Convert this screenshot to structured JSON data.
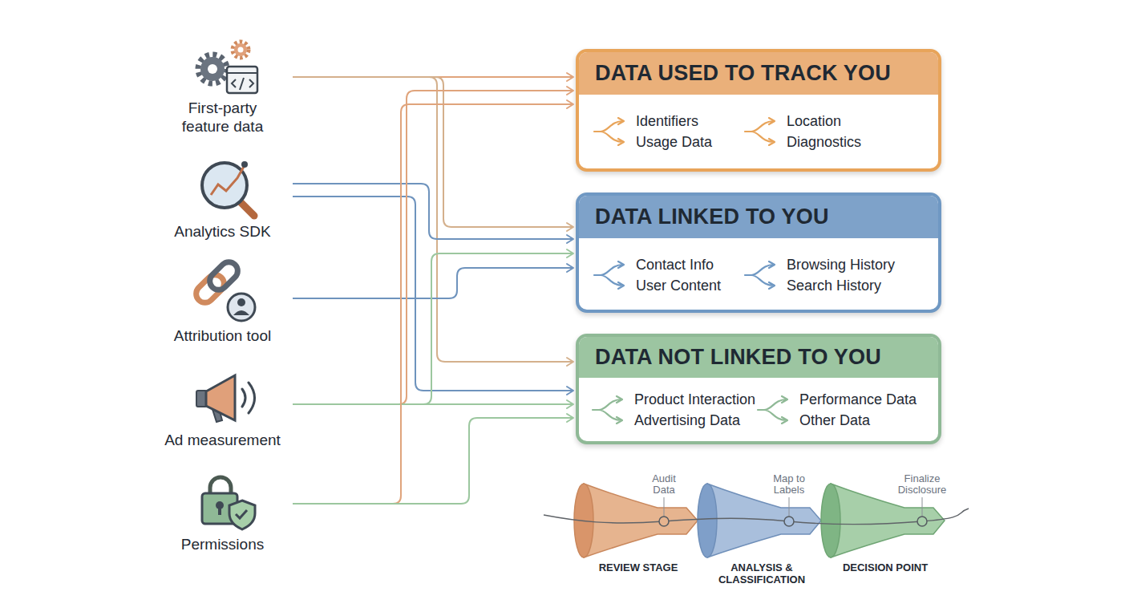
{
  "diagram": {
    "nodes": [
      {
        "text": [
          "First-party feature data"
        ]
      },
      {
        "text": [
          "Analytics SDK"
        ]
      },
      {
        "text": [
          "Attribution tool"
        ]
      },
      {
        "text": [
          "Ad measurement"
        ]
      },
      {
        "text": [
          "Permissions"
        ]
      },
      {
        "text": [
          "DATA USED TO TRACK YOU",
          "Identifiers",
          "Usage Data",
          "Location",
          "Diagnostics"
        ]
      },
      {
        "text": [
          "DATA LINKED TO YOU",
          "Contact Info",
          "User Content",
          "Browsing History",
          "Search History"
        ]
      },
      {
        "text": [
          "DATA NOT LINKED TO YOU",
          "Product Interaction",
          "Advertising Data",
          "Performance Data",
          "Other Data"
        ]
      },
      {
        "text": [
          "Audit Data",
          "REVIEW STAGE"
        ]
      },
      {
        "text": [
          "Map to Labels",
          "ANALYSIS & CLASSIFICATION"
        ]
      },
      {
        "text": [
          "Finalize Disclosure",
          "DECISION POINT"
        ]
      }
    ],
    "edges": [
      {
        "from": 0,
        "to": 5,
        "arrow": "to"
      },
      {
        "from": 0,
        "to": 6,
        "arrow": "to"
      },
      {
        "from": 0,
        "to": 7,
        "arrow": "to"
      },
      {
        "from": 1,
        "to": 6,
        "arrow": "to"
      },
      {
        "from": 1,
        "to": 7,
        "arrow": "to"
      },
      {
        "from": 2,
        "to": 6,
        "arrow": "to"
      },
      {
        "from": 3,
        "to": 5,
        "arrow": "to"
      },
      {
        "from": 3,
        "to": 6,
        "arrow": "to"
      },
      {
        "from": 3,
        "to": 7,
        "arrow": "to"
      },
      {
        "from": 4,
        "to": 5,
        "arrow": "to"
      },
      {
        "from": 4,
        "to": 7,
        "arrow": "to"
      }
    ]
  }
}
